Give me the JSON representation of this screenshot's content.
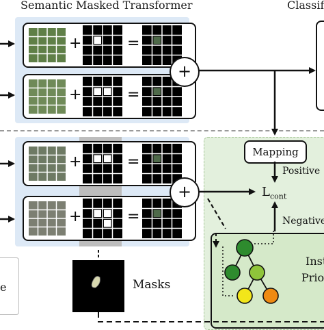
{
  "texts": {
    "title_left": "Semantic Masked Transformer",
    "title_right": "Classifi",
    "mapping": "Mapping",
    "positive": "Positive",
    "negative": "Negative",
    "loss_main": "L",
    "loss_sub": "cont",
    "masks": "Masks",
    "tree_line1": "Insta",
    "tree_line2": "Priori",
    "edge_text": "e",
    "plus": "+",
    "equals": "="
  },
  "colors": {
    "panel_blue": "#dde9f6",
    "panel_green": "#e3f0dd",
    "mask_band": "#bdbdbd",
    "tree_dark_green": "#2e8b2e",
    "tree_light_green": "#8fc43a",
    "tree_yellow": "#f2e61a",
    "tree_orange": "#ef8a12"
  },
  "icons": {
    "plus_operator": "circled-plus-icon",
    "grid": "patch-grid-icon",
    "mask": "mask-icon",
    "tree": "hierarchy-tree-icon"
  }
}
